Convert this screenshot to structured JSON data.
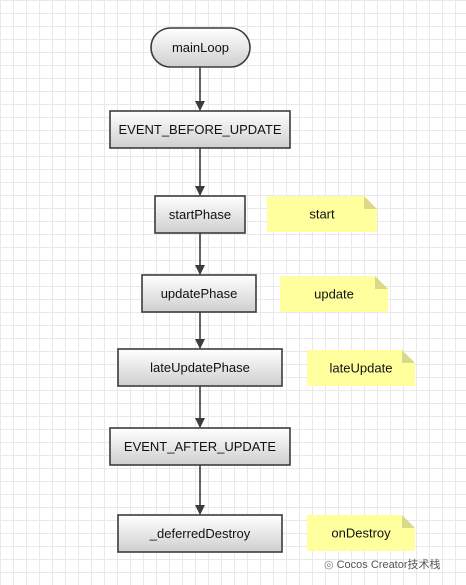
{
  "nodes": [
    {
      "id": "mainLoop",
      "label": "mainLoop",
      "shape": "rounded"
    },
    {
      "id": "event-before-update",
      "label": "EVENT_BEFORE_UPDATE",
      "shape": "rect"
    },
    {
      "id": "startPhase",
      "label": "startPhase",
      "shape": "rect"
    },
    {
      "id": "updatePhase",
      "label": "updatePhase",
      "shape": "rect"
    },
    {
      "id": "lateUpdatePhase",
      "label": "lateUpdatePhase",
      "shape": "rect"
    },
    {
      "id": "event-after-update",
      "label": "EVENT_AFTER_UPDATE",
      "shape": "rect"
    },
    {
      "id": "deferredDestroy",
      "label": "_deferredDestroy",
      "shape": "rect"
    }
  ],
  "notes": [
    {
      "id": "start",
      "label": "start"
    },
    {
      "id": "update",
      "label": "update"
    },
    {
      "id": "lateUpdate",
      "label": "lateUpdate"
    },
    {
      "id": "onDestroy",
      "label": "onDestroy"
    }
  ],
  "edges": [
    {
      "from": "mainLoop",
      "to": "event-before-update"
    },
    {
      "from": "event-before-update",
      "to": "startPhase"
    },
    {
      "from": "startPhase",
      "to": "updatePhase"
    },
    {
      "from": "updatePhase",
      "to": "lateUpdatePhase"
    },
    {
      "from": "lateUpdatePhase",
      "to": "event-after-update"
    },
    {
      "from": "event-after-update",
      "to": "deferredDestroy"
    }
  ],
  "colors": {
    "box_top": "#ffffff",
    "box_bottom": "#cfcfcf",
    "note": "#ffff9e",
    "stroke": "#3c3c3c"
  },
  "watermark": {
    "icon": "wechat-icon",
    "text": "Cocos Creator技术栈"
  }
}
